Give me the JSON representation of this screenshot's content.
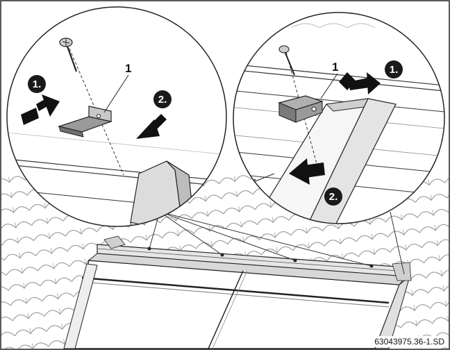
{
  "diagram": {
    "left_detail": {
      "part_callout": "1",
      "step_one": "1.",
      "step_two": "2."
    },
    "right_detail": {
      "part_callout": "1",
      "step_one": "1.",
      "step_two": "2."
    },
    "reference_code": "63043975.36-1.SD"
  }
}
